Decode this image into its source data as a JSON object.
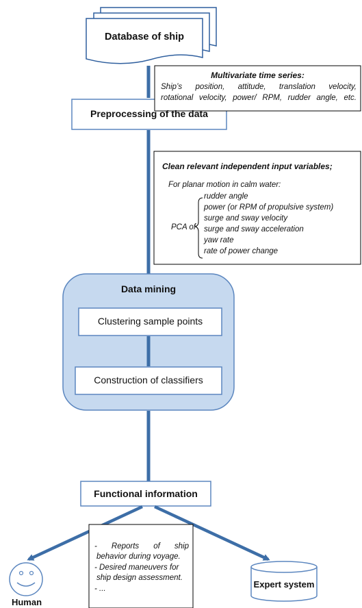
{
  "nodes": {
    "database": "Database of ship",
    "preprocessing": "Preprocessing of the data",
    "data_mining": "Data mining",
    "clustering": "Clustering sample points",
    "classifiers": "Construction of classifiers",
    "functional": "Functional information",
    "expert": "Expert system",
    "human": "Human"
  },
  "note_time_series": {
    "heading": "Multivariate time series:",
    "line1": "Ship’s position, attitude, translation velocity,",
    "line2": "rotational velocity, power/ RPM, rudder angle, etc."
  },
  "note_variables": {
    "heading": "Clean relevant independent input variables;",
    "intro": "For planar motion in calm water:",
    "pca_label": "PCA of",
    "items": [
      "rudder angle",
      "power (or RPM of propulsive system)",
      "surge and sway velocity",
      "surge and sway acceleration",
      "yaw rate",
      "rate of power change"
    ]
  },
  "note_outputs": {
    "line1": "- Reports    of    ship",
    "line2": "behavior during voyage.",
    "line3": "- Desired maneuvers for",
    "line4": "ship design assessment.",
    "line5": "- ..."
  }
}
